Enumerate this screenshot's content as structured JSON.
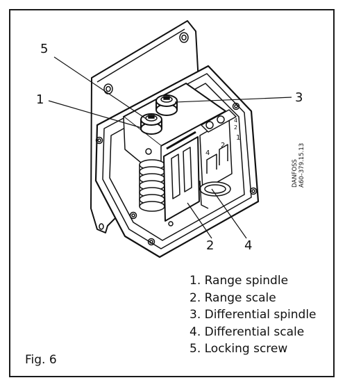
{
  "figure": {
    "label": "Fig. 6",
    "callouts": [
      "5",
      "1",
      "3",
      "2",
      "4"
    ],
    "legend": [
      "1. Range spindle",
      "2. Range scale",
      "3. Differential spindle",
      "4. Differential scale",
      "5. Locking screw"
    ],
    "drawing_code": [
      "DANFOSS",
      "A60–379.15.13"
    ],
    "scale_marks": [
      "4",
      "2",
      "1",
      "4",
      "2"
    ]
  }
}
